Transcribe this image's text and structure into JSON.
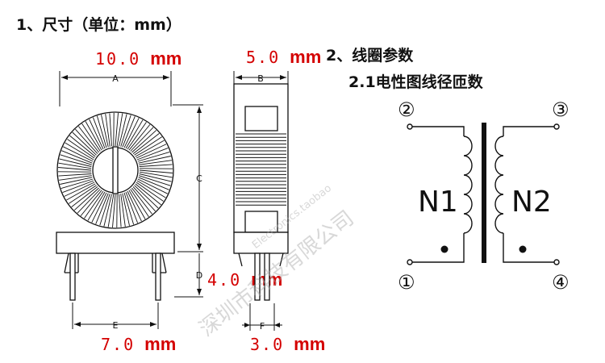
{
  "headings": {
    "size_title": "1、尺寸（单位：mm）",
    "coil_title": "2、线圈参数",
    "coil_subtitle": "2.1电性图线径匝数"
  },
  "dimensions": {
    "a": {
      "letter": "A",
      "value": "10.0",
      "unit": "mm"
    },
    "b": {
      "letter": "B",
      "value": "5.0",
      "unit": "mm"
    },
    "c": {
      "letter": "C"
    },
    "d": {
      "letter": "D",
      "value": "4.0",
      "unit": "mm"
    },
    "e": {
      "letter": "E",
      "value": "7.0",
      "unit": "mm"
    },
    "f": {
      "letter": "F",
      "value": "3.0",
      "unit": "mm"
    }
  },
  "schematic": {
    "winding_1": "N1",
    "winding_2": "N2",
    "pin_1": "①",
    "pin_2": "②",
    "pin_3": "③",
    "pin_4": "④"
  },
  "watermark": {
    "cn": "深圳市科技有限公司",
    "en": "Electronics.taobao"
  },
  "colors": {
    "dimension_red": "#d40000",
    "line_black": "#111111"
  }
}
